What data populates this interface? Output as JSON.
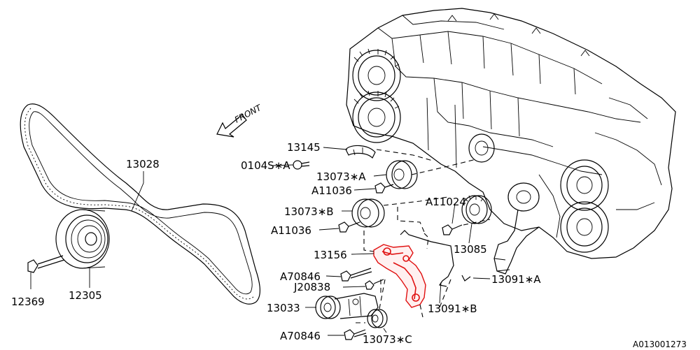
{
  "direction": {
    "text": "FRONT"
  },
  "labels": {
    "l13028": "13028",
    "l12305": "12305",
    "l12369": "12369",
    "l13145": "13145",
    "l0104s": "0104S∗A",
    "l13073a": "13073∗A",
    "la11036_1": "A11036",
    "l13073b": "13073∗B",
    "la11036_2": "A11036",
    "la11024": "A11024",
    "l13085": "13085",
    "l13156": "13156",
    "la70846_1": "A70846",
    "lj20838": "J20838",
    "l13033": "13033",
    "la70846_2": "A70846",
    "l13073c": "13073∗C",
    "l13091a": "13091∗A",
    "l13091b": "13091∗B"
  },
  "figure_code": "A013001273",
  "colors": {
    "highlight": "#e01010",
    "line": "#000000",
    "background": "#ffffff"
  }
}
